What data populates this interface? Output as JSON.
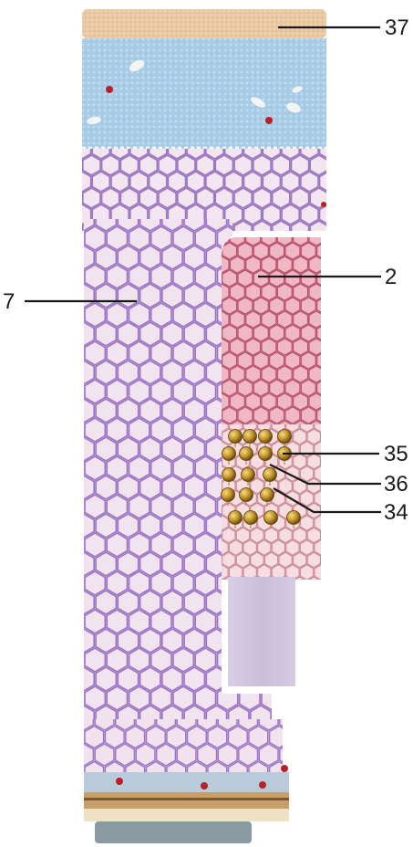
{
  "diagram": {
    "layers": [
      {
        "id": "surface-layer",
        "color": "#e9c9a4"
      },
      {
        "id": "blue-layer",
        "color": "#a9cde6"
      },
      {
        "id": "upper-cell-layer",
        "color": "#e6cde6"
      },
      {
        "id": "left-cell-column",
        "color": "#e4c8e3"
      },
      {
        "id": "red-cell-region",
        "color": "#e4a2b4"
      },
      {
        "id": "gold-bead-region",
        "color": "#c9a23a"
      },
      {
        "id": "lower-cell-region",
        "color": "#efcfd5"
      },
      {
        "id": "lavender-block",
        "color": "#cfc3dd"
      },
      {
        "id": "base-layers",
        "color": "#c79f6a"
      },
      {
        "id": "foot-block",
        "color": "#8a9aa3"
      }
    ],
    "callouts": [
      {
        "label": "37"
      },
      {
        "label": "2"
      },
      {
        "label": "7"
      },
      {
        "label": "35"
      },
      {
        "label": "36"
      },
      {
        "label": "34"
      }
    ],
    "red_dot_color": "#b8202a"
  }
}
